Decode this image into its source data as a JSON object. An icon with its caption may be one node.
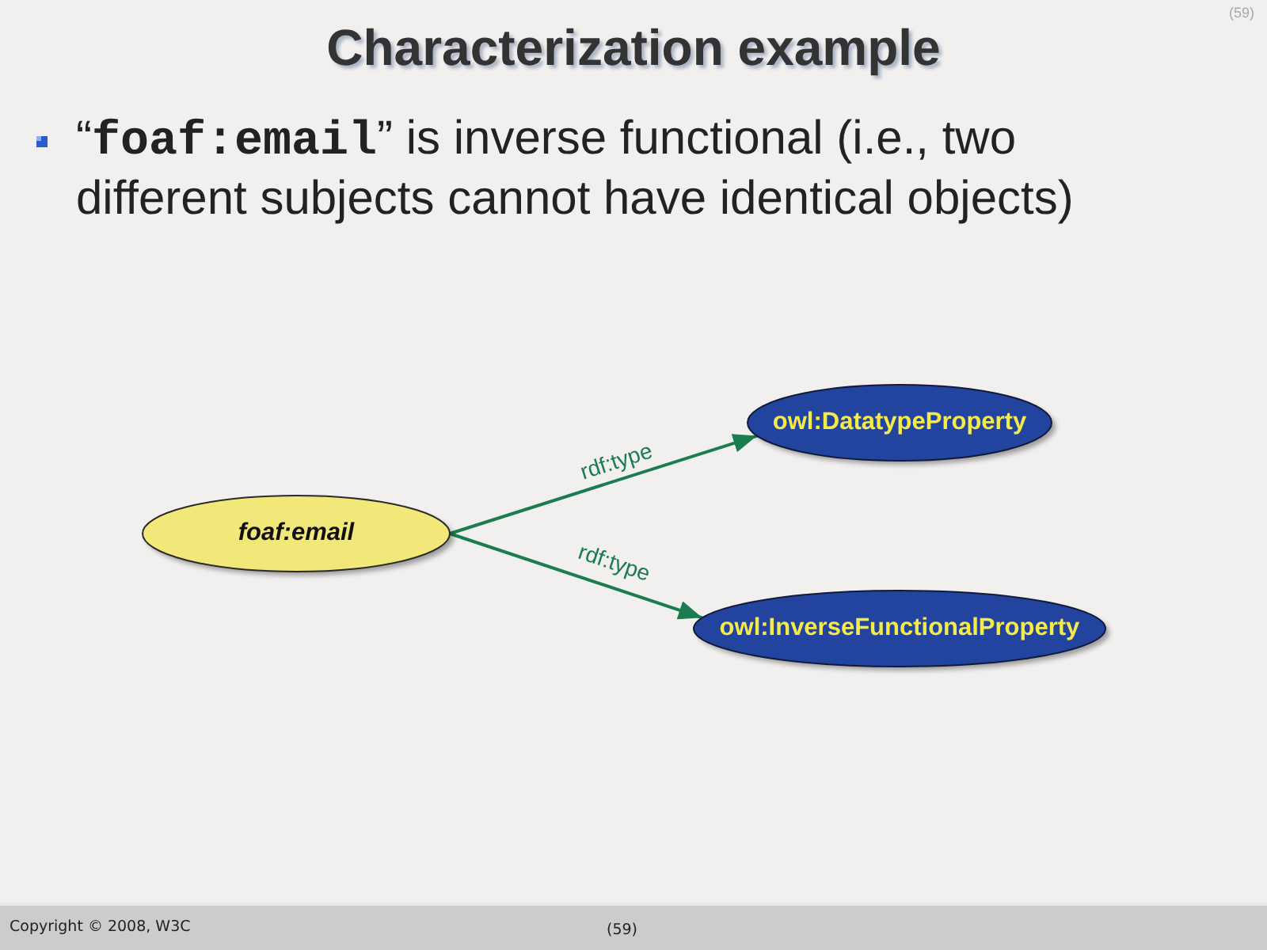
{
  "diagram": {
    "title": "Characterization example",
    "nodes": [
      {
        "text": [
          "foaf:email"
        ]
      },
      {
        "text": [
          "owl:DatatypeProperty"
        ]
      },
      {
        "text": [
          "owl:InverseFunctionalProperty"
        ]
      }
    ],
    "edges": [
      {
        "from": 0,
        "to": 1,
        "arrow": "to",
        "label": "rdf:type"
      },
      {
        "from": 0,
        "to": 2,
        "arrow": "to",
        "label": "rdf:type"
      }
    ],
    "labels": [
      "(59)",
      "“**foaf:email**” is inverse functional (i.e., two different subjects cannot have identical objects)",
      "Copyright © 2008, W3C",
      "(59)"
    ]
  }
}
